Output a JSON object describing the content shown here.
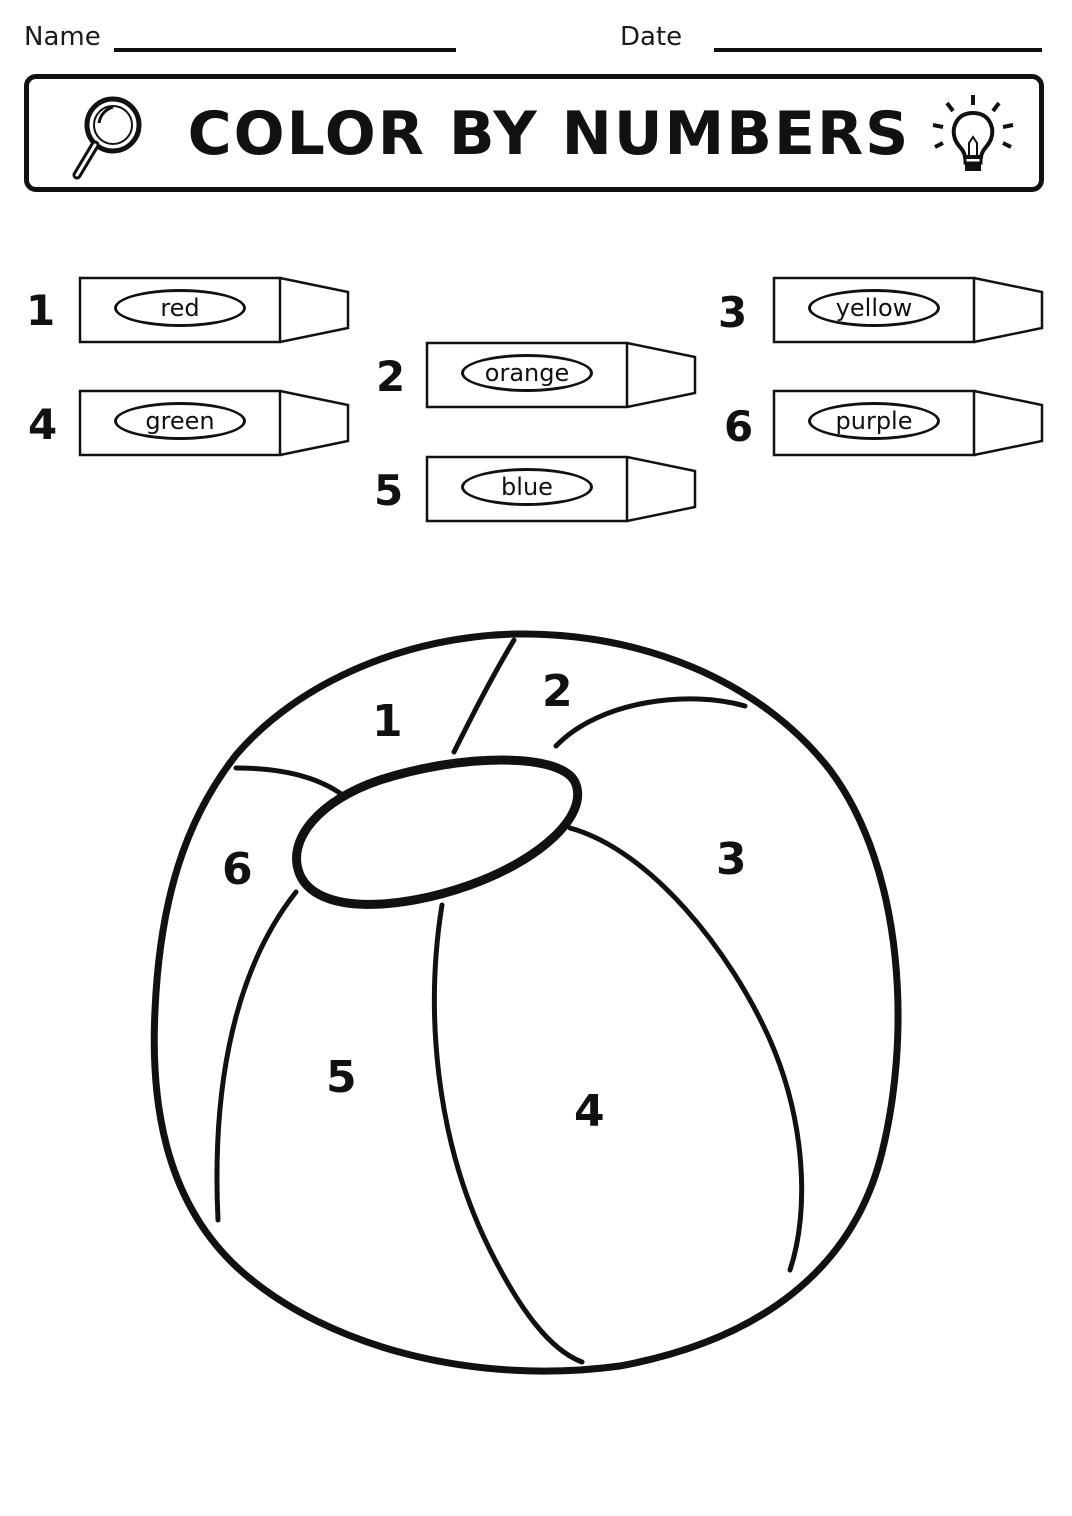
{
  "header": {
    "name_label": "Name",
    "date_label": "Date"
  },
  "banner": {
    "title": "COLOR BY NUMBERS",
    "left_icon": "magnifying-glass-icon",
    "right_icon": "light-bulb-icon"
  },
  "legend": [
    {
      "number": "1",
      "color_name": "red"
    },
    {
      "number": "2",
      "color_name": "orange"
    },
    {
      "number": "3",
      "color_name": "yellow"
    },
    {
      "number": "4",
      "color_name": "green"
    },
    {
      "number": "5",
      "color_name": "blue"
    },
    {
      "number": "6",
      "color_name": "purple"
    }
  ],
  "ball": {
    "regions": [
      {
        "number": "1"
      },
      {
        "number": "2"
      },
      {
        "number": "3"
      },
      {
        "number": "6"
      },
      {
        "number": "5"
      },
      {
        "number": "4"
      }
    ]
  }
}
